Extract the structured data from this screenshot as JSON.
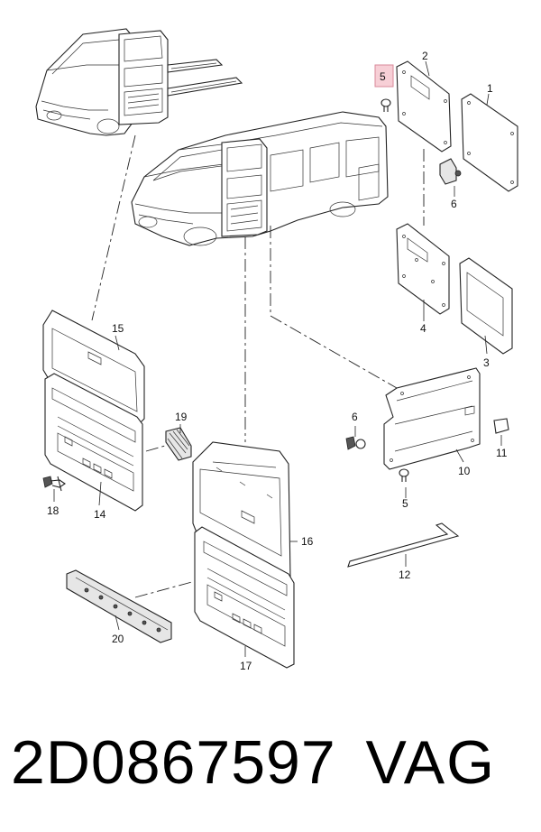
{
  "callouts": [
    "1",
    "2",
    "3",
    "4",
    "5",
    "5",
    "6",
    "6",
    "10",
    "11",
    "12",
    "14",
    "15",
    "16",
    "17",
    "18",
    "19",
    "20"
  ],
  "highlight_label": "5",
  "footer": {
    "part_number": "2D0867597",
    "brand": "VAG"
  },
  "colors": {
    "highlight_fill": "#f7cfd6",
    "line": "#222222"
  }
}
